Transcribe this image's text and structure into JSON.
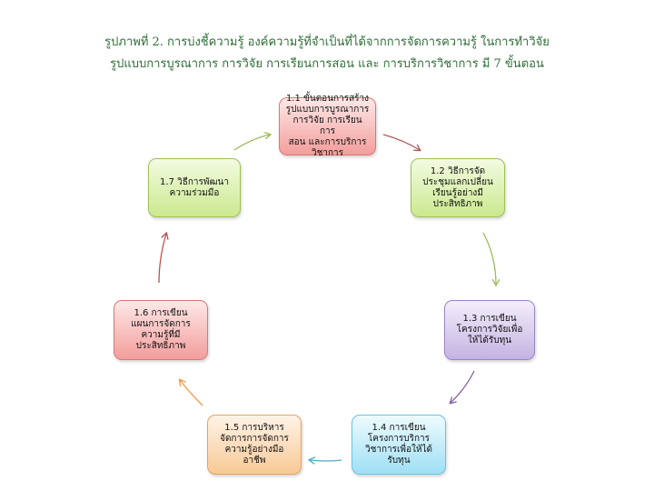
{
  "title": {
    "line1": "รูปภาพที่ 2. การบ่งชี้ความรู้ องค์ความรู้ที่จำเป็นที่ได้จากการจัดการความรู้ ในการทำวิจัย",
    "line2": "รูปแบบการบูรณาการ การวิจัย การเรียนการสอน และ การบริการวิชาการ มี 7 ขั้นตอน"
  },
  "steps": [
    {
      "lines": [
        "1.1 ขั้นตอนการสร้าง",
        "รูปแบบการบูรณาการ",
        "การวิจัย การเรียนการ",
        "สอน และการบริการ",
        "วิชาการ"
      ],
      "color": "#f39e9b"
    },
    {
      "lines": [
        "1.2 วิธีการจัด",
        "ประชุมแลกเปลี่ยน",
        "เรียนรู้อย่างมี",
        "ประสิทธิภาพ"
      ],
      "color": "#cbe98f"
    },
    {
      "lines": [
        "1.3 การเขียน",
        "โครงการวิจัยเพื่อ",
        "ให้ได้รับทุน"
      ],
      "color": "#c4b3e3"
    },
    {
      "lines": [
        "1.4 การเขียน",
        "โครงการบริการ",
        "วิชาการเพื่อให้ได้",
        "รับทุน"
      ],
      "color": "#9fdff5"
    },
    {
      "lines": [
        "1.5 การบริหาร",
        "จัดการการจัดการ",
        "ความรู้อย่างมือ",
        "อาชีพ"
      ],
      "color": "#f8c996"
    },
    {
      "lines": [
        "1.6 การเขียน",
        "แผนการจัดการ",
        "ความรู้ที่มี",
        "ประสิทธิภาพ"
      ],
      "color": "#f39e9b"
    },
    {
      "lines": [
        "1.7 วิธีการพัฒนา",
        "ความร่วมมือ"
      ],
      "color": "#cbe98f"
    }
  ],
  "arrows": [
    {
      "name": "arrow-1-to-2",
      "color": "#b05a5a"
    },
    {
      "name": "arrow-2-to-3",
      "color": "#9bbb59"
    },
    {
      "name": "arrow-3-to-4",
      "color": "#8064a2"
    },
    {
      "name": "arrow-4-to-5",
      "color": "#4bacc6"
    },
    {
      "name": "arrow-5-to-6",
      "color": "#f79646"
    },
    {
      "name": "arrow-6-to-7",
      "color": "#c0504d"
    },
    {
      "name": "arrow-7-to-1",
      "color": "#9bbb59"
    }
  ]
}
